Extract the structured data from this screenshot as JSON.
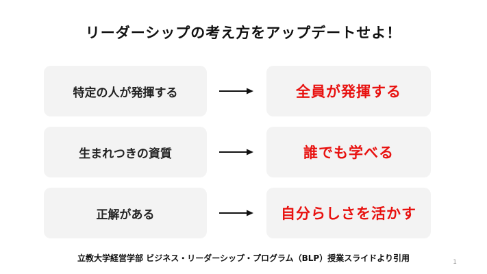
{
  "title": "リーダーシップの考え方をアップデートせよ！",
  "rows": [
    {
      "from": "特定の人が発揮する",
      "to": "全員が発揮する"
    },
    {
      "from": "生まれつきの資質",
      "to": "誰でも学べる"
    },
    {
      "from": "正解がある",
      "to": "自分らしさを活かす"
    }
  ],
  "footer": "立教大学経営学部 ビジネス・リーダーシップ・プログラム（BLP）授業スライドより引用",
  "page_number": "1",
  "colors": {
    "accent": "#e8110f",
    "box_bg": "#f3f3f3",
    "text": "#222222"
  },
  "icons": {
    "arrow": "right-arrow-icon"
  }
}
